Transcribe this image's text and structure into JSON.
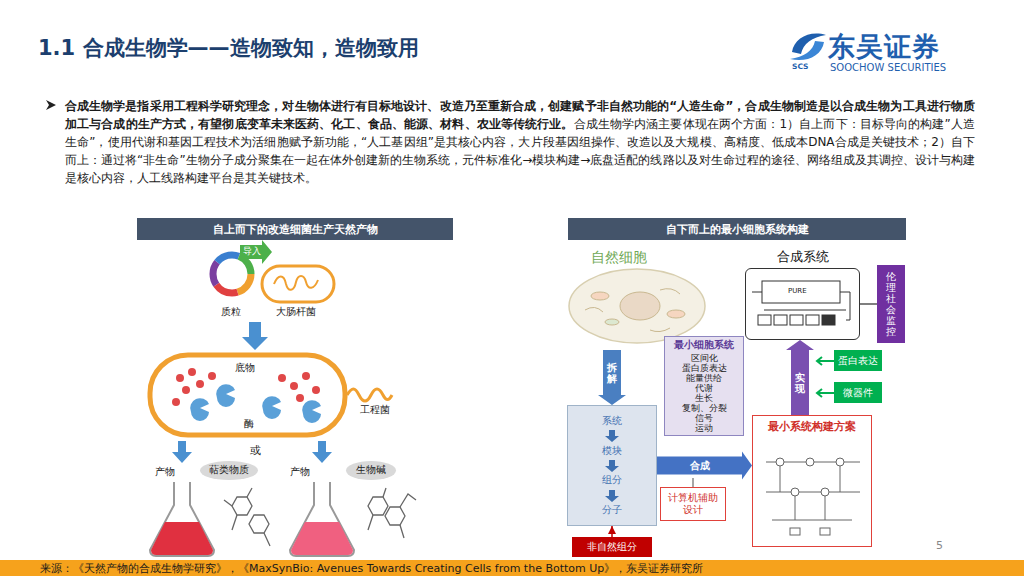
{
  "diagram": {
    "title": "1.1 合成生物学——造物致知，造物致用",
    "caption": "来源：《天然产物的合成生物学研究》，《MaxSynBio: Avenues Towards Creating Cells from the Bottom Up》，东吴证券研究所",
    "nodes": [
      {
        "text": [
          "自上而下的改造细菌生产天然产物"
        ]
      },
      {
        "text": [
          "自下而上的最小细胞系统构建"
        ]
      },
      {
        "text": [
          "萜类物质"
        ]
      },
      {
        "text": [
          "生物碱"
        ]
      },
      {
        "text": [
          "自然细胞"
        ]
      },
      {
        "text": [
          "合成系统"
        ]
      },
      {
        "text": [
          "伦理社会监控"
        ]
      },
      {
        "text": [
          "最小细胞系统",
          "区间化",
          "蛋白质表达",
          "能量供给",
          "代谢",
          "生长",
          "复制、分裂",
          "信号",
          "运动"
        ]
      },
      {
        "text": [
          "系统",
          "模块",
          "组分",
          "分子"
        ]
      },
      {
        "text": [
          "计算机辅助设计"
        ]
      },
      {
        "text": [
          "最小系统构建方案"
        ]
      },
      {
        "text": [
          "蛋白表达"
        ]
      },
      {
        "text": [
          "微器件"
        ]
      },
      {
        "text": [
          "非自然组分"
        ]
      }
    ],
    "edges": [
      {
        "from": 4,
        "to": 8,
        "label": "拆解",
        "arrow": "to"
      },
      {
        "from": 8,
        "to": 10,
        "label": "合成",
        "arrow": "to"
      },
      {
        "from": 10,
        "to": 5,
        "label": "实现",
        "arrow": "to"
      },
      {
        "from": 13,
        "to": 8,
        "arrow": "to"
      },
      {
        "from": 5,
        "to": 6,
        "arrow": "none"
      }
    ],
    "labels": [
      "东吴证券",
      "SOOCHOW SECURITIES",
      "SCS",
      "合成生物学是指采用工程科学研究理念，对生物体进行有目标地设计、改造乃至重新合成，创建赋予非自然功能的“人造生命”，合成生物制造是以合成生物为工具进行物质加工与合成的生产方式，有望彻底变革未来医药、化工、食品、能源、材料、农业等传统行业。",
      "合成生物学内涵主要体现在两个方面：1）自上而下：目标导向的构建”人造生命”，使用代谢和基因工程技术为活细胞赋予新功能，“人工基因组”是其核心内容，大片段基因组操作、改造以及大规模、高精度、低成本DNA合成是关键技术；2）自下而上：通过将“非生命”生物分子成分聚集在一起在体外创建新的生物系统，元件标准化→模块构建→底盘适配的线路以及对生命过程的途径、网络组成及其调控、设计与构建是核心内容，人工线路构建平台是其关键技术。",
      "导入",
      "质粒",
      "大肠杆菌",
      "底物",
      "酶",
      "工程菌",
      "或",
      "产物",
      "产物",
      "PURE",
      "5"
    ]
  }
}
